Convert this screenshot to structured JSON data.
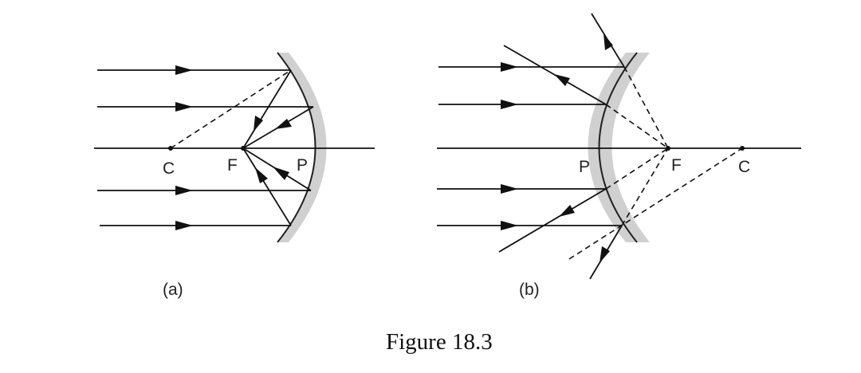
{
  "figure": {
    "caption": "Figure 18.3",
    "panel_a": {
      "sublabel": "(a)",
      "labels": {
        "center": "C",
        "focus": "F",
        "pole": "P"
      }
    },
    "panel_b": {
      "sublabel": "(b)",
      "labels": {
        "center": "C",
        "focus": "F",
        "pole": "P"
      }
    }
  }
}
